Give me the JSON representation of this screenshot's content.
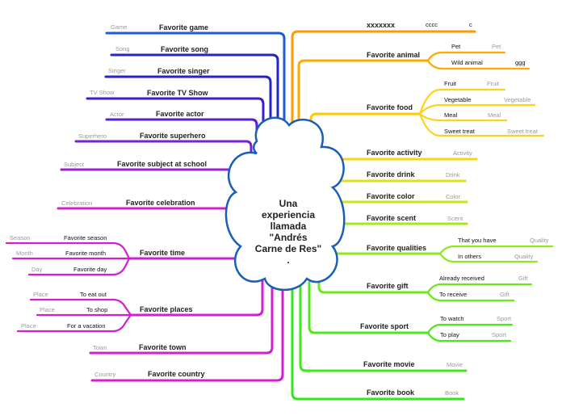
{
  "center": {
    "lines": [
      "Una",
      "experiencia",
      "llamada",
      "\"Andrés",
      "Carne de Res\"",
      "."
    ]
  },
  "left": {
    "game": {
      "label": "Favorite game",
      "sub": "Game"
    },
    "song": {
      "label": "Favorite song",
      "sub": "Song"
    },
    "singer": {
      "label": "Favorite singer",
      "sub": "Singer"
    },
    "tvshow": {
      "label": "Favorite TV Show",
      "sub": "TV Show"
    },
    "actor": {
      "label": "Favorite actor",
      "sub": "Actor"
    },
    "superhero": {
      "label": "Favorite superhero",
      "sub": "Superhero"
    },
    "subject": {
      "label": "Favorite subject at school",
      "sub": "Subject"
    },
    "celebration": {
      "label": "Favorite celebration",
      "sub": "Celebration"
    },
    "time": {
      "label": "Favorite time",
      "children": [
        {
          "label": "Favorite season",
          "sub": "Season"
        },
        {
          "label": "Favorite month",
          "sub": "Month"
        },
        {
          "label": "Favorite day",
          "sub": "Day"
        }
      ]
    },
    "places": {
      "label": "Favorite places",
      "children": [
        {
          "label": "To eat out",
          "sub": "Place"
        },
        {
          "label": "To shop",
          "sub": "Place"
        },
        {
          "label": "For a vacation",
          "sub": "Place"
        }
      ]
    },
    "town": {
      "label": "Favorite town",
      "sub": "Town"
    },
    "country": {
      "label": "Favorite country",
      "sub": "Country"
    }
  },
  "right": {
    "xxx": {
      "label": "xxxxxxx",
      "note1": "cccc",
      "note2": "c"
    },
    "animal": {
      "label": "Favorite animal",
      "children": [
        {
          "label": "Pet",
          "sub": "Pet"
        },
        {
          "label": "Wild animal",
          "sub": "ggg"
        }
      ]
    },
    "food": {
      "label": "Favorite food",
      "children": [
        {
          "label": "Fruit",
          "sub": "Fruit"
        },
        {
          "label": "Vegetable",
          "sub": "Vegetable"
        },
        {
          "label": "Meal",
          "sub": "Meal"
        },
        {
          "label": "Sweet treat",
          "sub": "Sweet treat"
        }
      ]
    },
    "activity": {
      "label": "Favorite activity",
      "sub": "Activity"
    },
    "drink": {
      "label": "Favorite drink",
      "sub": "Drink"
    },
    "color": {
      "label": "Favorite color",
      "sub": "Color"
    },
    "scent": {
      "label": "Favorite scent",
      "sub": "Scent"
    },
    "qualities": {
      "label": "Favorite qualities",
      "children": [
        {
          "label": "That you have",
          "sub": "Quality"
        },
        {
          "label": "In others",
          "sub": "Quality"
        }
      ]
    },
    "gift": {
      "label": "Favorite gift",
      "children": [
        {
          "label": "Already received",
          "sub": "Gift"
        },
        {
          "label": "To receive",
          "sub": "Gift"
        }
      ]
    },
    "sport": {
      "label": "Favorite sport",
      "children": [
        {
          "label": "To watch",
          "sub": "Sport"
        },
        {
          "label": "To play",
          "sub": "Sport"
        }
      ]
    },
    "movie": {
      "label": "Favorite movie",
      "sub": "Movie"
    },
    "book": {
      "label": "Favorite book",
      "sub": "Book"
    }
  },
  "colors": {
    "blue": "#1f5bd8",
    "navy": "#2424c9",
    "violet": "#6a1fd8",
    "purple": "#9a1fd0",
    "magenta": "#d21fd0",
    "orange": "#ff9a00",
    "yellow": "#ffd21a",
    "lime": "#c8e81a",
    "green": "#4ee81a",
    "cloud_stroke": "#1a5fb4"
  }
}
